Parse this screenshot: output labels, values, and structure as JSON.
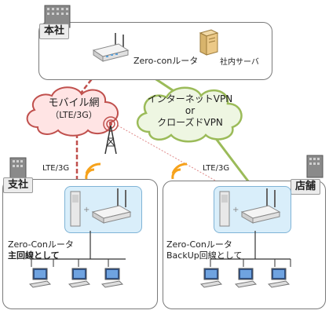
{
  "hq": {
    "label": "本社",
    "router_label": "Zero-conルータ",
    "server_label": "社内サーバ"
  },
  "mobile_cloud": {
    "line1": "モバイル網",
    "line2": "（LTE/3G）"
  },
  "vpn_cloud": {
    "line1": "インターネットVPN",
    "line2": "or",
    "line3": "クローズドVPN"
  },
  "branch": {
    "label": "支社",
    "link_label": "LTE/3G",
    "router_label": "Zero-Conルータ",
    "role_label": "主回線として"
  },
  "shop": {
    "label": "店舗",
    "link_label": "LTE/3G",
    "router_label": "Zero-Conルータ",
    "role_label": "BackUp回線として"
  },
  "colors": {
    "mobile_link": "#c0504d",
    "vpn_link": "#9bbb59",
    "wifi": "#f6a21b",
    "panel": "#d9eefa"
  }
}
